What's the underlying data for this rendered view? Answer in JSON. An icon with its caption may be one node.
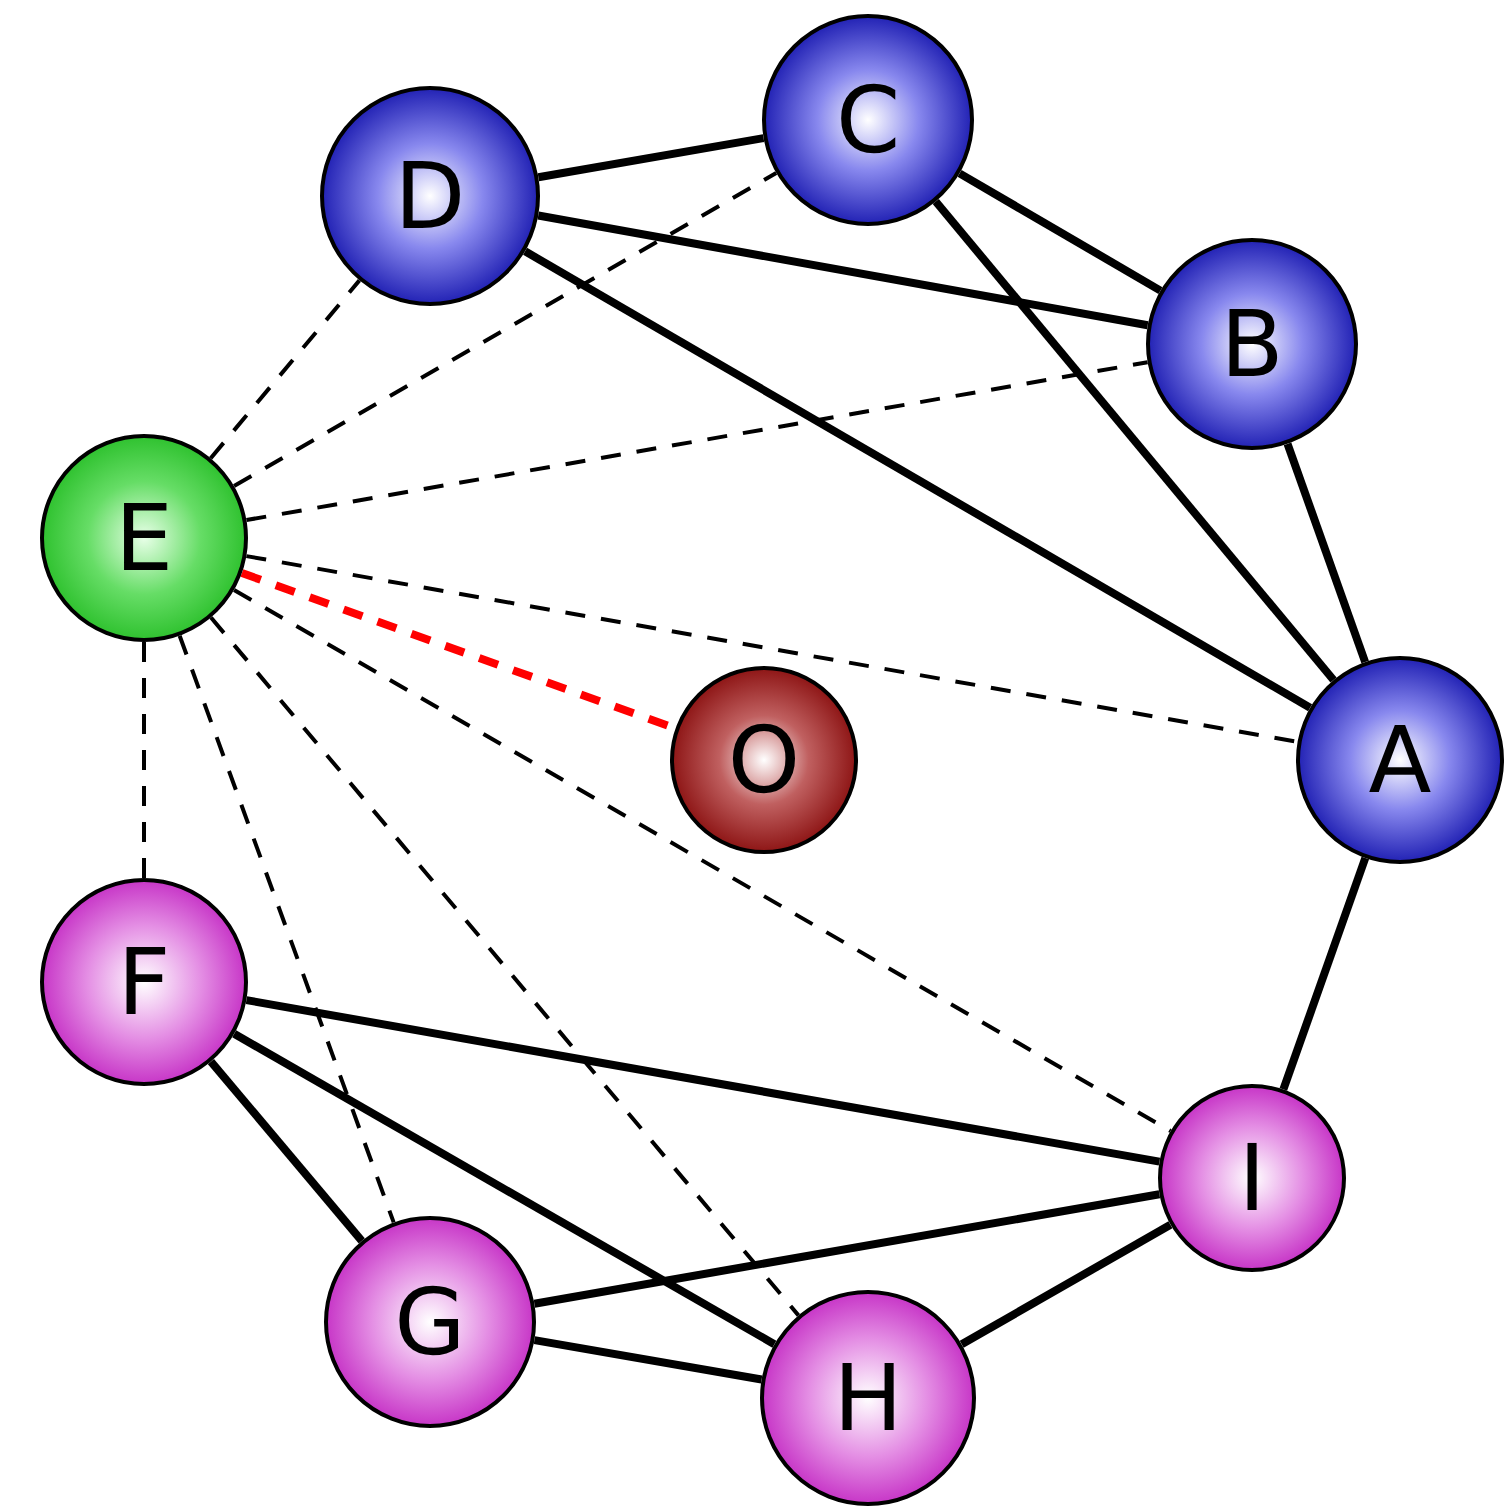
{
  "diagram": {
    "nodes": [
      {
        "text": [
          "A"
        ]
      },
      {
        "text": [
          "B"
        ]
      },
      {
        "text": [
          "C"
        ]
      },
      {
        "text": [
          "D"
        ]
      },
      {
        "text": [
          "E"
        ]
      },
      {
        "text": [
          "F"
        ]
      },
      {
        "text": [
          "G"
        ]
      },
      {
        "text": [
          "H"
        ]
      },
      {
        "text": [
          "I"
        ]
      },
      {
        "text": [
          "O"
        ]
      }
    ],
    "edges": [
      {
        "from": 3,
        "to": 2,
        "arrow": "none"
      },
      {
        "from": 3,
        "to": 1,
        "arrow": "none"
      },
      {
        "from": 3,
        "to": 0,
        "arrow": "none"
      },
      {
        "from": 2,
        "to": 1,
        "arrow": "none"
      },
      {
        "from": 2,
        "to": 0,
        "arrow": "none"
      },
      {
        "from": 1,
        "to": 0,
        "arrow": "none"
      },
      {
        "from": 0,
        "to": 8,
        "arrow": "none"
      },
      {
        "from": 5,
        "to": 8,
        "arrow": "none"
      },
      {
        "from": 5,
        "to": 6,
        "arrow": "none"
      },
      {
        "from": 5,
        "to": 7,
        "arrow": "none"
      },
      {
        "from": 6,
        "to": 8,
        "arrow": "none"
      },
      {
        "from": 6,
        "to": 7,
        "arrow": "none"
      },
      {
        "from": 7,
        "to": 8,
        "arrow": "none"
      },
      {
        "from": 4,
        "to": 3,
        "arrow": "none",
        "style": "dashed"
      },
      {
        "from": 4,
        "to": 2,
        "arrow": "none",
        "style": "dashed"
      },
      {
        "from": 4,
        "to": 1,
        "arrow": "none",
        "style": "dashed"
      },
      {
        "from": 4,
        "to": 0,
        "arrow": "none",
        "style": "dashed"
      },
      {
        "from": 4,
        "to": 9,
        "arrow": "none",
        "style": "dashed",
        "color": "#ff0000"
      },
      {
        "from": 4,
        "to": 8,
        "arrow": "none",
        "style": "dashed"
      },
      {
        "from": 4,
        "to": 7,
        "arrow": "none",
        "style": "dashed"
      },
      {
        "from": 4,
        "to": 6,
        "arrow": "none",
        "style": "dashed"
      },
      {
        "from": 4,
        "to": 5,
        "arrow": "none",
        "style": "dashed"
      }
    ]
  }
}
